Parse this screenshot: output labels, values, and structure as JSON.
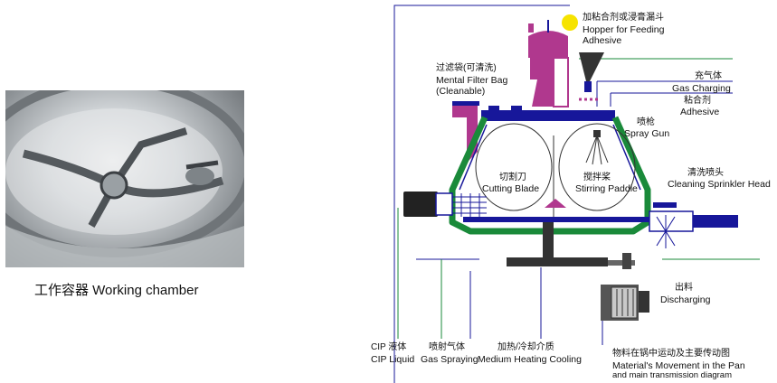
{
  "photo": {
    "caption": "工作容器 Working chamber"
  },
  "labels": {
    "hopper_zh": "加粘合剂或浸膏漏斗",
    "hopper_en1": "Hopper for Feeding",
    "hopper_en2": "Adhesive",
    "filter_zh": "过滤袋(可清洗)",
    "filter_en1": "Mental Filter Bag",
    "filter_en2": "(Cleanable)",
    "gas_zh": "充气体",
    "gas_en": "Gas Charging",
    "adhesive_zh": "粘合剂",
    "adhesive_en": "Adhesive",
    "spraygun_zh": "喷枪",
    "spraygun_en": "Spray Gun",
    "cutting_zh": "切割刀",
    "cutting_en": "Cutting Blade",
    "stirring_zh": "搅拌桨",
    "stirring_en": "Stirring Paddle",
    "cleaning_zh": "清洗喷头",
    "cleaning_en": "Cleaning Sprinkler Head",
    "discharge_zh": "出料",
    "discharge_en": "Discharging",
    "cip_zh": "CIP  液体",
    "cip_en": "CIP Liquid",
    "gasspray_zh": "喷射气体",
    "gasspray_en": "Gas Spraying",
    "medium_zh": "加热/冷却介质",
    "medium_en": "Medium Heating Cooling",
    "movement_zh": "物料在锅中运动及主要传动图",
    "movement_en1": "Material's Movement in the Pan",
    "movement_en2": "and main transmission diagram"
  },
  "colors": {
    "magenta": "#b0388e",
    "blue": "#17179a",
    "green": "#1a8a3a",
    "yellow": "#f6e300",
    "dark": "#333333"
  }
}
